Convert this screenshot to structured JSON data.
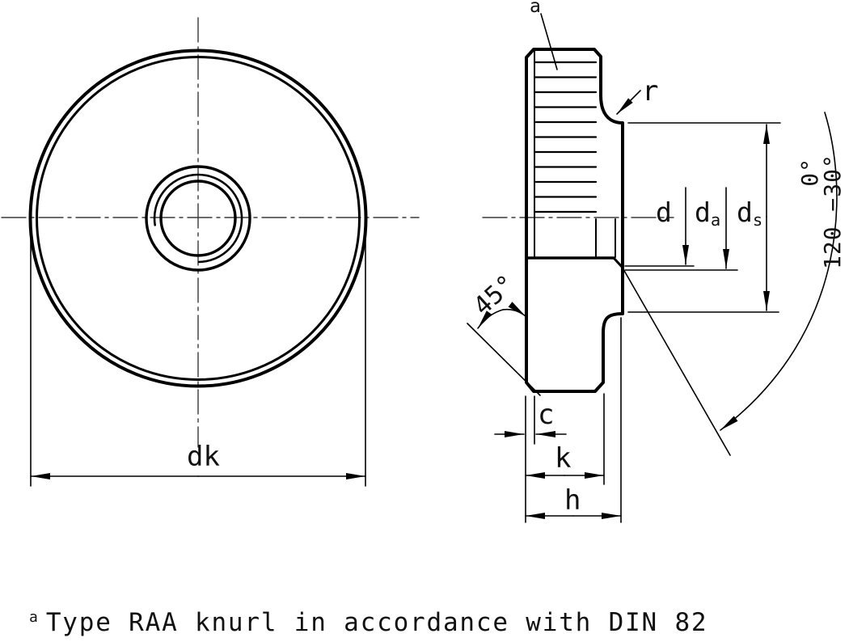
{
  "drawing": {
    "title": "Knurled thumb nut technical drawing",
    "labels": {
      "knurl_ref": "a",
      "fillet_radius": "r",
      "thread_diameter": "d",
      "countersink_diameter": {
        "base": "d",
        "sub": "a"
      },
      "shoulder_diameter": {
        "base": "d",
        "sub": "s"
      },
      "chamfer_angle": "45°",
      "countersink_angle_line1": "0°",
      "countersink_angle_line2": "120 −30°",
      "chamfer_width": "c",
      "knurl_width": "k",
      "total_height": "h",
      "knurl_diameter": "dk"
    },
    "footnote": {
      "ref": "a",
      "text": "Type RAA knurl in accordance with DIN 82"
    },
    "colors": {
      "line": "#000000",
      "centerline": "#3a3a3a",
      "background": "#ffffff"
    }
  }
}
